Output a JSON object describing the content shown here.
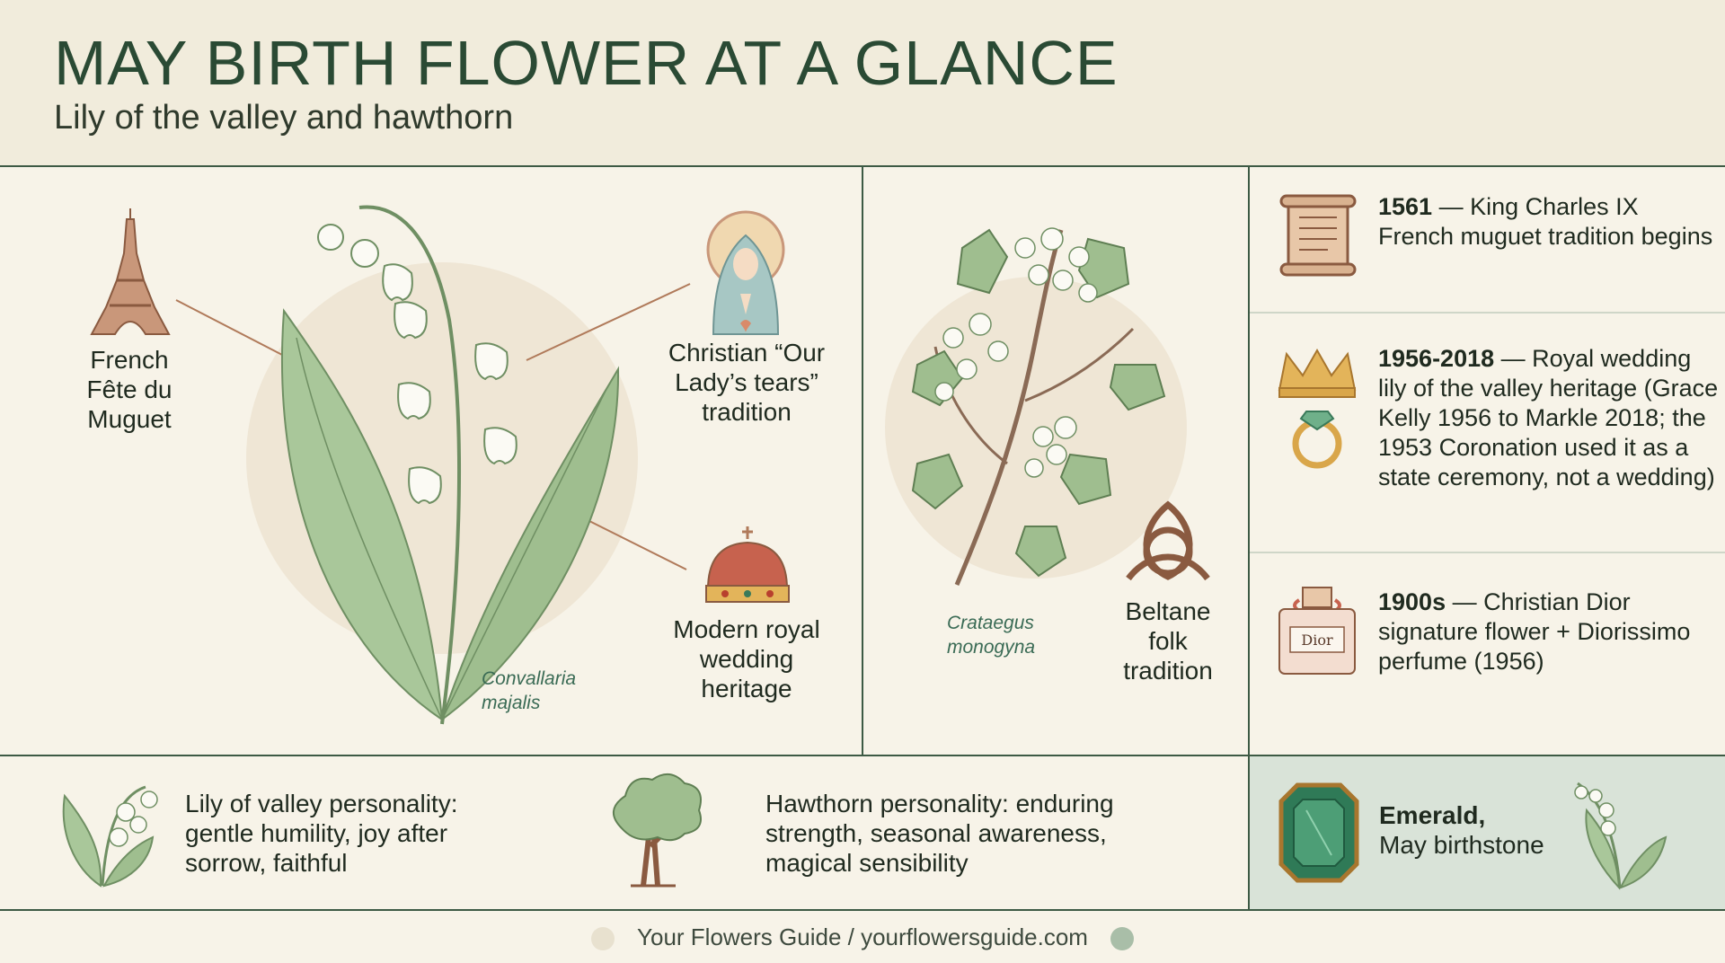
{
  "header": {
    "title": "MAY BIRTH FLOWER AT A GLANCE",
    "subtitle": "Lily of the valley and hawthorn"
  },
  "lily_panel": {
    "french_label": "French Fête du Muguet",
    "christian_label": "Christian “Our Lady’s tears” tradition",
    "royal_label": "Modern royal wedding heritage",
    "latin_name_line1": "Convallaria",
    "latin_name_line2": "majalis",
    "icons": [
      "eiffel-tower-icon",
      "madonna-icon",
      "crown-icon"
    ]
  },
  "hawthorn_panel": {
    "latin_name_line1": "Crataegus",
    "latin_name_line2": "monogyna",
    "beltane_label": "Beltane folk tradition",
    "icons": [
      "celtic-knot-icon"
    ]
  },
  "timeline": [
    {
      "year": "1561",
      "text": " — King Charles IX French muguet tradition begins",
      "icon": "scroll-icon"
    },
    {
      "year": "1956-2018",
      "text": " — Royal wedding lily of the valley heritage (Grace Kelly 1956 to Markle 2018; the 1953 Coronation used it as a state ceremony, not a wedding)",
      "icon": "crown-ring-icon"
    },
    {
      "year": "1900s",
      "text": " — Christian Dior signature flower + Diorissimo perfume (1956)",
      "icon": "perfume-bottle-icon",
      "bottle_label": "Dior"
    }
  ],
  "personality": {
    "lily": "Lily of valley personality: gentle humility, joy after sorrow, faithful",
    "hawthorn": "Hawthorn personality: enduring strength, seasonal awareness, magical sensibility"
  },
  "birthstone": {
    "name": "Emerald,",
    "caption": "May birthstone"
  },
  "footer": {
    "text": "Your Flowers Guide / yourflowersguide.com"
  },
  "colors": {
    "accent_green": "#3d5a44",
    "background": "#f7f3e8",
    "header_bg": "#f1ecdc",
    "birthstone_bg": "#d9e3d8",
    "leaf_green": "#9fbe8f",
    "bronze": "#b07a5a"
  }
}
